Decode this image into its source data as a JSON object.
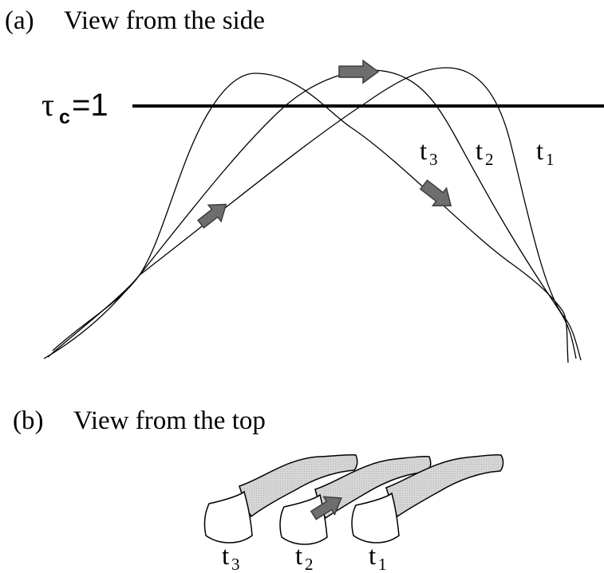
{
  "panel_a": {
    "marker": "(a)",
    "title": "View from the side",
    "level_symbol": "τ",
    "level_subscript": "c",
    "level_value": "=1",
    "curve_labels": [
      {
        "base": "t",
        "sub": "3"
      },
      {
        "base": "t",
        "sub": "2"
      },
      {
        "base": "t",
        "sub": "1"
      }
    ]
  },
  "panel_b": {
    "marker": "(b)",
    "title": "View from the top",
    "loop_labels": [
      {
        "base": "t",
        "sub": "3"
      },
      {
        "base": "t",
        "sub": "2"
      },
      {
        "base": "t",
        "sub": "1"
      }
    ]
  },
  "colors": {
    "line": "#000000",
    "arrow_fill": "#6e6e6e",
    "arrow_stroke": "#3c3c3c",
    "loop_shade": "#d2d2d2"
  },
  "icons": [
    "arrow-icon"
  ]
}
